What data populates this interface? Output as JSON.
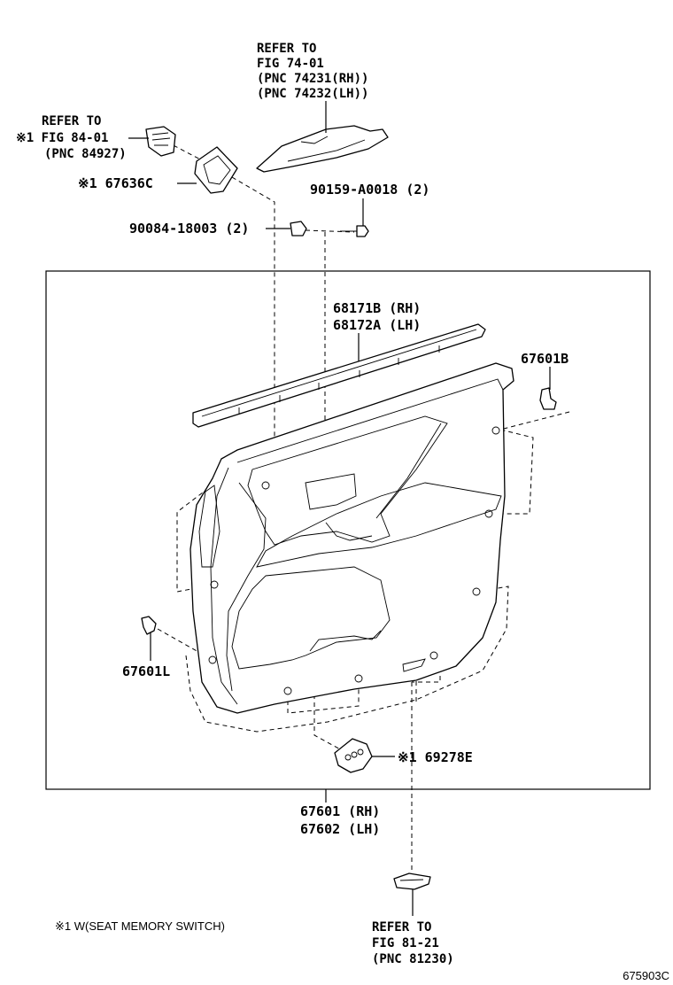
{
  "refs": {
    "panel_fig74": [
      "REFER TO",
      "FIG 74-01",
      "(PNC 74231(RH))",
      "(PNC 74232(LH))"
    ],
    "switch_fig84": [
      "REFER TO",
      "※1 FIG 84-01",
      "(PNC 84927)"
    ],
    "cover_fig81": [
      "REFER TO",
      "FIG 81-21",
      "(PNC 81230)"
    ]
  },
  "labels": {
    "bezel": "※1 67636C",
    "screw": "90159-A0018 (2)",
    "nut": "90084-18003 (2)",
    "weatherstrip_rh": "68171B (RH)",
    "weatherstrip_lh": "68172A (LH)",
    "clip_b": "67601B",
    "clip_l": "67601L",
    "switch_cover": "※1 69278E",
    "panel_rh": "67601 (RH)",
    "panel_lh": "67602 (LH)"
  },
  "footnote": "※1 W(SEAT MEMORY SWITCH)",
  "figure_code": "675903C"
}
